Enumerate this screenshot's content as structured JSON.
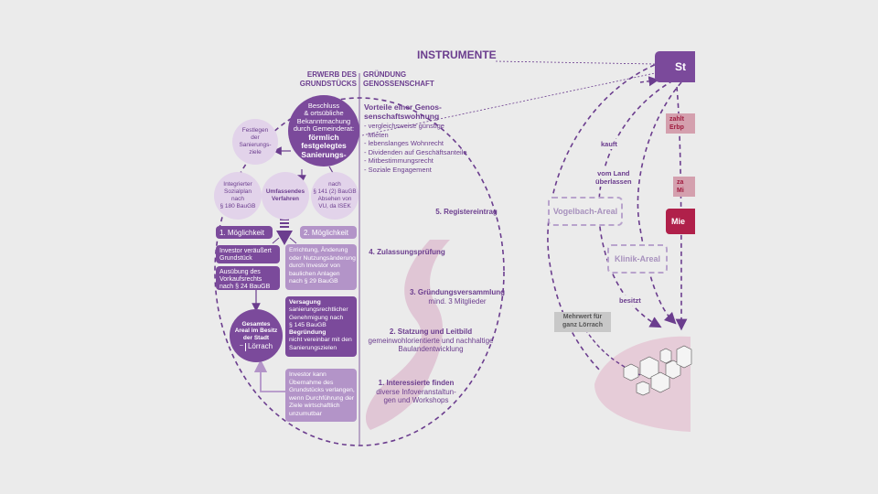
{
  "title": "INSTRUMENTE",
  "left_header": "ERWERB DES\nGRUNDSTÜCKS",
  "right_header": "GRÜNDUNG\nGENOSSENSCHAFT",
  "main_circle": {
    "text": "Beschluss\n& ortsübliche\nBekanntmachung\ndurch Gemeinderat:",
    "bold": "förmlich\nfestgelegtes\nSanierungs-"
  },
  "sub_circles": {
    "ziele": "Festlegen\nder\nSanierungs-\nziele",
    "sozialplan": "Integrierter\nSozialplan\nnach\n§ 180 BauGB",
    "verfahren": "Umfassendes\nVerfahren",
    "absehen": "nach\n§ 141 (2) BauGB\nAbsehen von\nVU, da ISEK"
  },
  "options": {
    "first": "1. Möglichkeit",
    "second": "2. Möglichkeit"
  },
  "boxes": {
    "investor": "Investor veräußert\nGrundstück",
    "vorkauf": "Ausübung des\nVorkaufsrechts\nnach § 24 BauGB",
    "errichtung": "Errichtung, Änderung\noder Nutzungsänderung\ndurch Investor von\nbaulichen Anlagen\nnach § 29 BauGB",
    "versagung_title": "Versagung",
    "versagung_text": "sanierungsrechtlicher\nGenehmigung nach\n§ 145 BauGB",
    "begruendung_title": "Begründung",
    "begruendung_text": "nicht vereinbar mit den\nSanierungszielen",
    "uebernahme": "Investor kann\nÜbernahme des\nGrundstücks verlangen,\nwenn Durchführung der\nZiele wirtschaftlich\nunzumutbar"
  },
  "areal_circle": {
    "text": "Gesamtes\nAreal im Besitz\nder Stadt",
    "logo": "Lörrach"
  },
  "benefits": {
    "title": "Vorteile einer Genos-\nsenschaftswohnung",
    "items": [
      "- vergleichsweise günstige\n  Mieten",
      "- lebenslanges Wohnrecht",
      "- Dividenden auf Geschäftsanteile",
      "- Mitbestimmungsrecht",
      "- Soziale Engagement"
    ]
  },
  "steps": [
    {
      "title": "5. Registereintrag",
      "text": ""
    },
    {
      "title": "4. Zulassungsprüfung",
      "text": ""
    },
    {
      "title": "3. Gründungsversammlung",
      "text": "mind. 3 Mitglieder"
    },
    {
      "title": "2. Statzung und Leitbild",
      "text": "gemeinwohlorientierte und nachhaltige\nBaulandentwicklung"
    },
    {
      "title": "1. Interessierte finden",
      "text": "diverse Infoveranstaltun-\ngen und Workshops"
    }
  ],
  "right_diagram": {
    "top_box": "St",
    "zahlt": "zahlt\nErbp",
    "kauft": "kauft",
    "vom_land": "vom Land\nüberlassen",
    "za_mi": "za\nMi",
    "mie": "Mie",
    "vogelbach": "Vogelbach-Areal",
    "klinik": "Klinik-Areal",
    "besitzt": "besitzt",
    "mehrwert": "Mehrwert für\nganz Lörrach"
  },
  "colors": {
    "dark_purple": "#7b4a9b",
    "light_purple": "#b394c8",
    "red": "#b0204a",
    "pink": "#d4a0ae"
  }
}
